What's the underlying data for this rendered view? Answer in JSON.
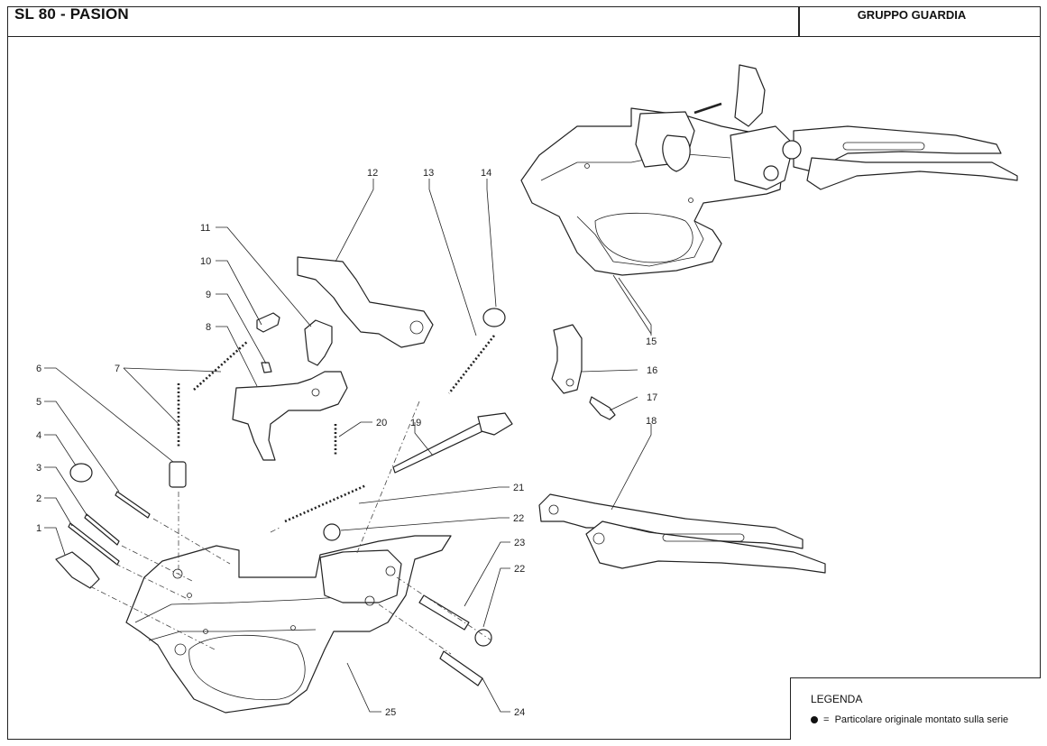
{
  "header": {
    "model_title": "SL 80 - PASION",
    "section_title": "GRUPPO GUARDIA"
  },
  "callouts": [
    {
      "id": "c1",
      "label": "1"
    },
    {
      "id": "c2",
      "label": "2"
    },
    {
      "id": "c3",
      "label": "3"
    },
    {
      "id": "c4",
      "label": "4"
    },
    {
      "id": "c5",
      "label": "5"
    },
    {
      "id": "c6",
      "label": "6"
    },
    {
      "id": "c7",
      "label": "7"
    },
    {
      "id": "c8",
      "label": "8"
    },
    {
      "id": "c9",
      "label": "9"
    },
    {
      "id": "c10",
      "label": "10"
    },
    {
      "id": "c11",
      "label": "11"
    },
    {
      "id": "c12",
      "label": "12"
    },
    {
      "id": "c13",
      "label": "13"
    },
    {
      "id": "c14",
      "label": "14"
    },
    {
      "id": "c15",
      "label": "15"
    },
    {
      "id": "c16",
      "label": "16"
    },
    {
      "id": "c17",
      "label": "17"
    },
    {
      "id": "c18",
      "label": "18"
    },
    {
      "id": "c19",
      "label": "19"
    },
    {
      "id": "c20",
      "label": "20"
    },
    {
      "id": "c21",
      "label": "21"
    },
    {
      "id": "c22a",
      "label": "22"
    },
    {
      "id": "c22b",
      "label": "22"
    },
    {
      "id": "c23",
      "label": "23"
    },
    {
      "id": "c24",
      "label": "24"
    },
    {
      "id": "c25",
      "label": "25"
    }
  ],
  "legend": {
    "title": "LEGENDA",
    "symbol": "=",
    "description": "Particolare originale montato sulla serie"
  }
}
